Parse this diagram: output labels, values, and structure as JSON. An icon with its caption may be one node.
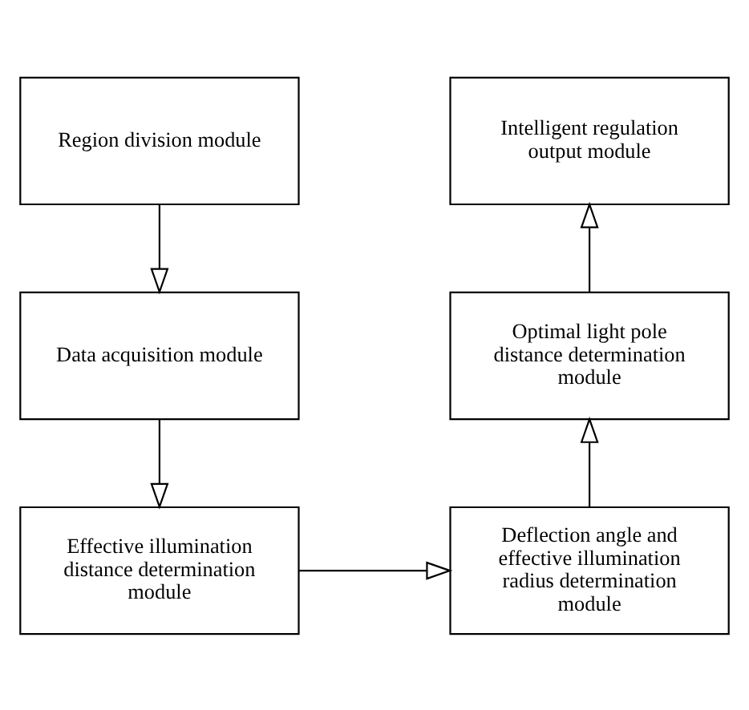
{
  "diagram": {
    "nodes": [
      {
        "text": [
          "Region division module"
        ]
      },
      {
        "text": [
          "Data acquisition module"
        ]
      },
      {
        "text": [
          "Effective illumination distance determination module"
        ]
      },
      {
        "text": [
          "Deflection angle and effective illumination radius determination module"
        ]
      },
      {
        "text": [
          "Optimal light pole distance determination module"
        ]
      },
      {
        "text": [
          "Intelligent regulation output module"
        ]
      }
    ],
    "edges": [
      {
        "from": 0,
        "to": 1,
        "arrow": "to"
      },
      {
        "from": 1,
        "to": 2,
        "arrow": "to"
      },
      {
        "from": 2,
        "to": 3,
        "arrow": "to"
      },
      {
        "from": 3,
        "to": 4,
        "arrow": "to"
      },
      {
        "from": 4,
        "to": 5,
        "arrow": "to"
      }
    ]
  }
}
